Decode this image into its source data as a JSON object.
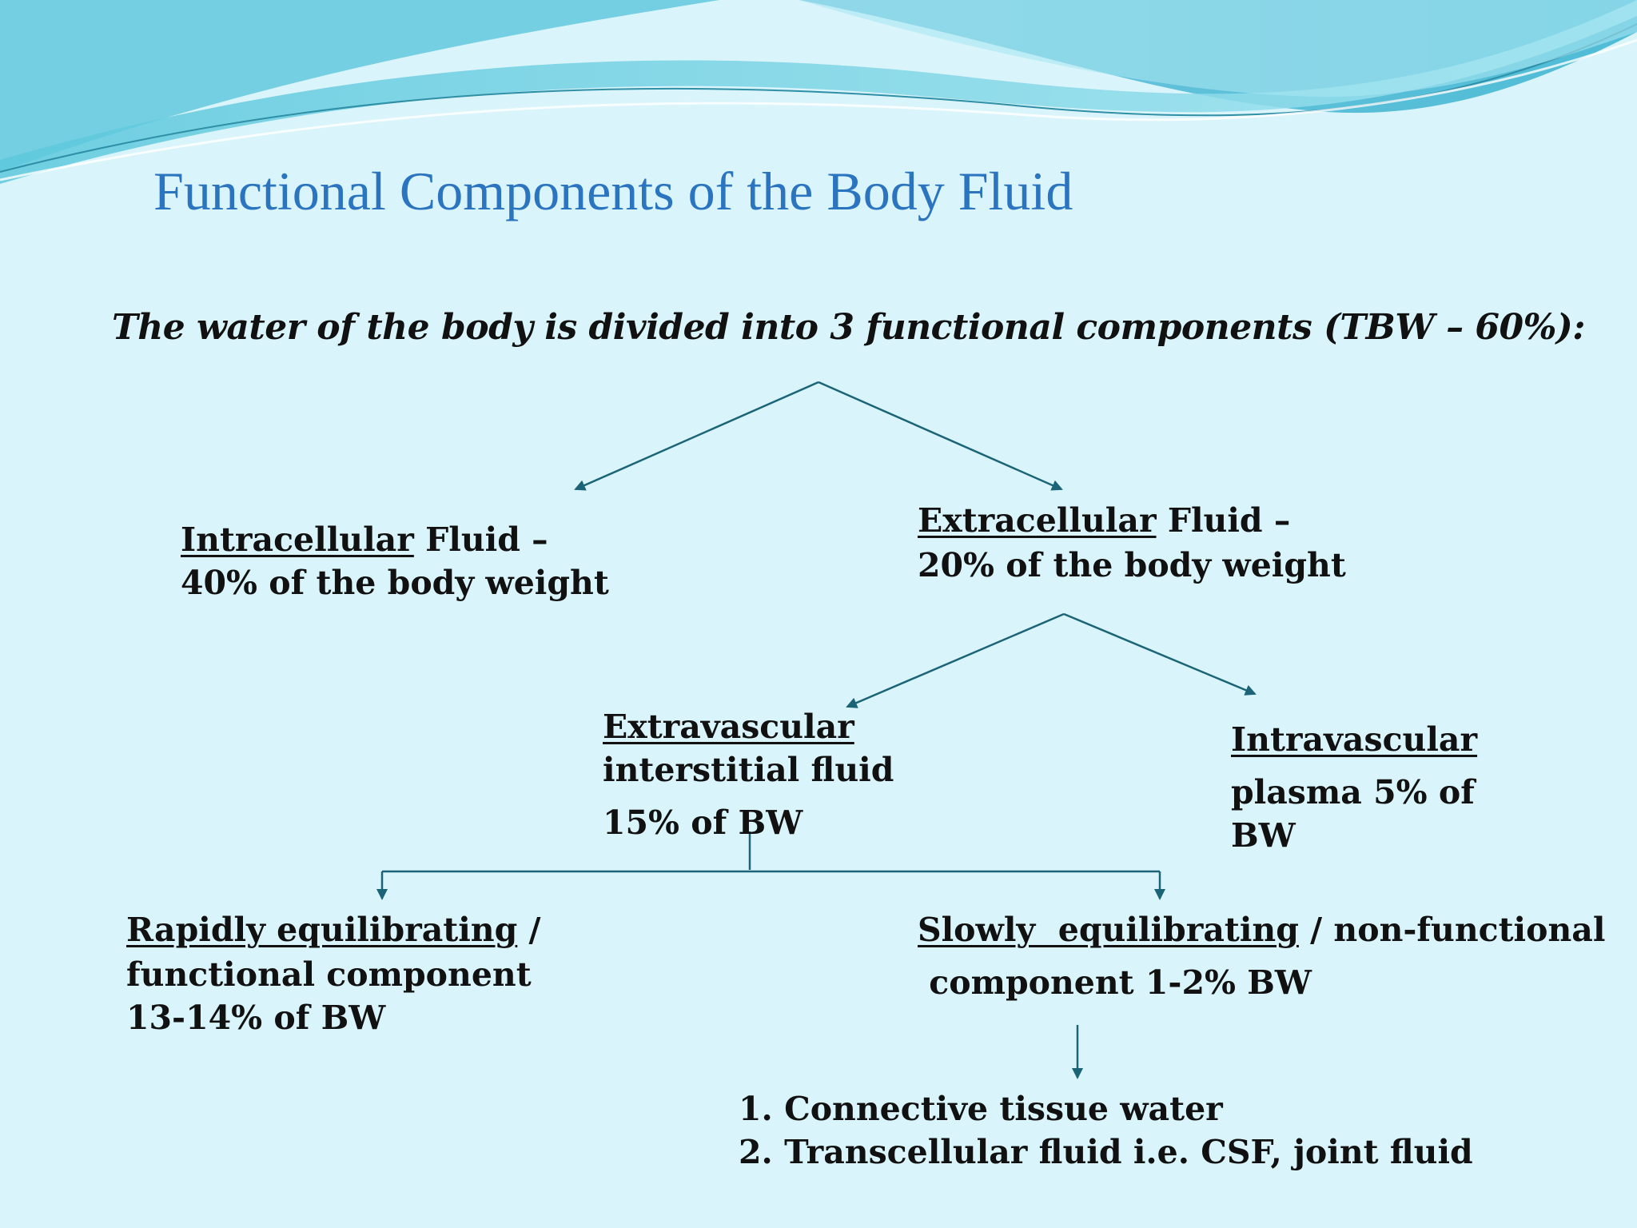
{
  "title": "Functional Components of the Body Fluid",
  "subtitle": "The water of the body is divided into 3 functional components (TBW – 60%):",
  "colors": {
    "background": "#d9f4fa",
    "title": "#2a74c0",
    "arrow": "#1b6478",
    "wave": "#5fc9dc"
  },
  "nodes": {
    "icf": {
      "name": "Intracellular",
      "rest": " Fluid –",
      "line2": "40% of the body weight"
    },
    "ecf": {
      "name": "Extracellular",
      "rest": " Fluid –",
      "line2": "20% of the body weight"
    },
    "extravascular": {
      "name": "Extravascular",
      "line2": "interstitial fluid",
      "line3": "15% of BW"
    },
    "intravascular": {
      "name": "Intravascular",
      "line2": " plasma 5% of",
      "line3": "BW"
    },
    "rapid": {
      "name": "Rapidly equilibrating",
      "rest": " /",
      "line2": "functional component",
      "line3": " 13-14% of BW"
    },
    "slow": {
      "name": "Slowly  equilibrating",
      "rest": " / non-functional",
      "line2": " component 1-2% BW"
    },
    "list": [
      "1. Connective tissue water",
      "2. Transcellular fluid i.e. CSF, joint fluid"
    ]
  }
}
